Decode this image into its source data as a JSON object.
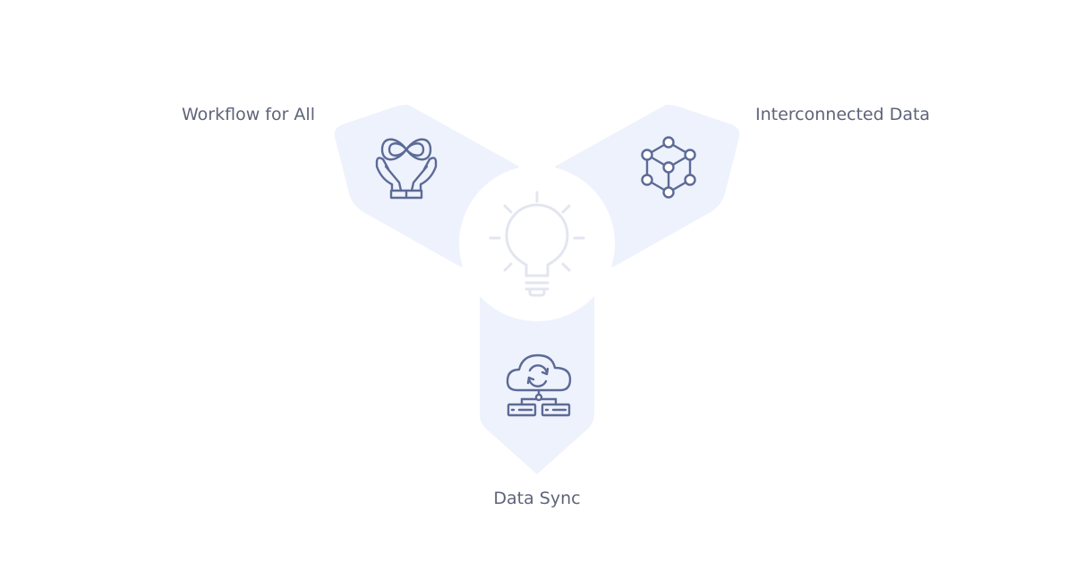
{
  "diagram": {
    "items": [
      {
        "label": "Workflow for All",
        "icon": "infinity-hands-icon"
      },
      {
        "label": "Interconnected Data",
        "icon": "network-cube-icon"
      },
      {
        "label": "Data Sync",
        "icon": "cloud-sync-servers-icon"
      }
    ],
    "center_icon": "lightbulb-icon",
    "colors": {
      "petal_fill": "#eef2fc",
      "icon_stroke": "#5c6a96",
      "bulb_stroke": "#e3e6ef",
      "label_text": "#5e6478",
      "background": "#ffffff"
    }
  }
}
